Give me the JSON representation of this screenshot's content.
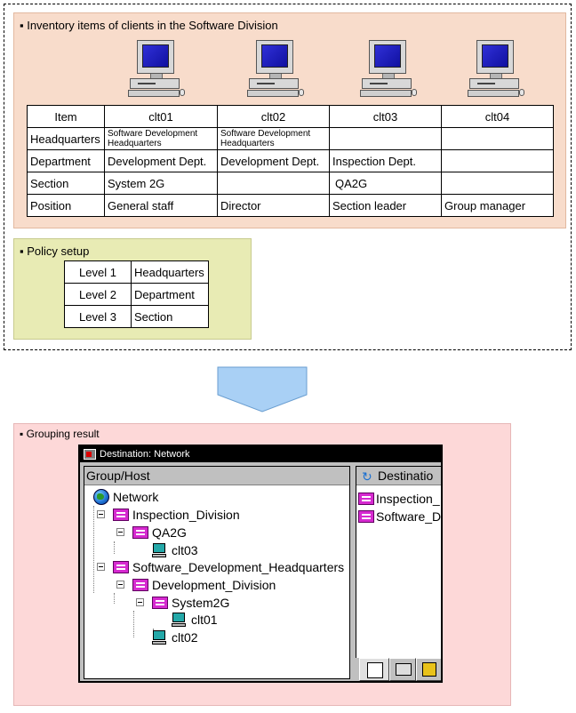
{
  "inventory": {
    "title": "▪ Inventory items of clients in the Software Division",
    "header": [
      "Item",
      "clt01",
      "clt02",
      "clt03",
      "clt04"
    ],
    "rows": [
      [
        "Headquarters",
        "Software Development Headquarters",
        "Software Development Headquarters",
        "",
        ""
      ],
      [
        "Department",
        "Development Dept.",
        "Development Dept.",
        "Inspection Dept.",
        ""
      ],
      [
        "Section",
        "System 2G",
        "",
        "QA2G",
        ""
      ],
      [
        "Position",
        "General staff",
        "Director",
        "Section leader",
        "Group manager"
      ]
    ]
  },
  "policy": {
    "title": "▪ Policy setup",
    "rows": [
      [
        "Level 1",
        "Headquarters"
      ],
      [
        "Level 2",
        "Department"
      ],
      [
        "Level 3",
        "Section"
      ]
    ]
  },
  "result": {
    "title": "▪ Grouping result",
    "window_title": "Destination: Network",
    "left_header": "Group/Host",
    "right_header": "Destinatio",
    "tree": [
      {
        "label": "Network",
        "icon": "globe-icon"
      },
      {
        "label": "Inspection_Division",
        "icon": "group-icon"
      },
      {
        "label": "QA2G",
        "icon": "group-icon"
      },
      {
        "label": "clt03",
        "icon": "host-icon"
      },
      {
        "label": "Software_Development_Headquarters",
        "icon": "group-icon"
      },
      {
        "label": "Development_Division",
        "icon": "group-icon"
      },
      {
        "label": "System2G",
        "icon": "group-icon"
      },
      {
        "label": "clt01",
        "icon": "host-icon"
      },
      {
        "label": "clt02",
        "icon": "host-icon"
      }
    ],
    "right_items": [
      "Inspection_",
      "Software_D"
    ]
  },
  "colors": {
    "inventory_bg": "#f8dccb",
    "policy_bg": "#e8ebb4",
    "result_bg": "#fdd8d8",
    "arrow": "#a9d0f5"
  }
}
